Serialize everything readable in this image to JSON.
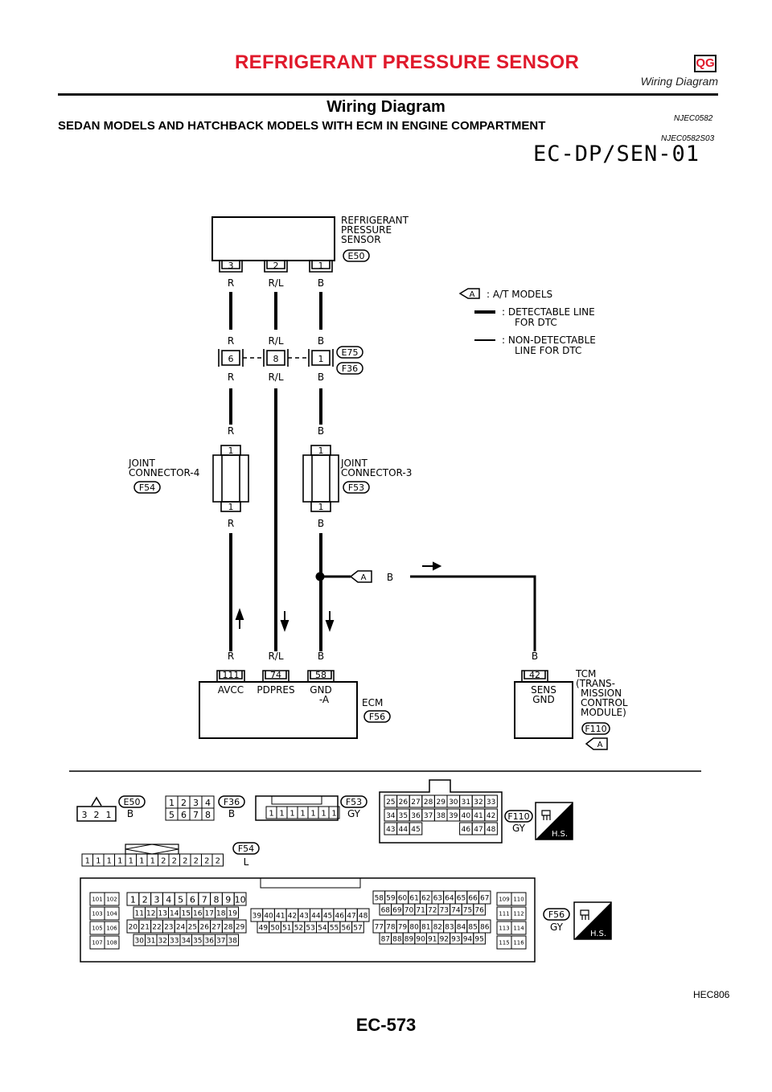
{
  "header": {
    "title": "REFRIGERANT PRESSURE SENSOR",
    "badge": "QG",
    "subtitle": "Wiring Diagram"
  },
  "section": {
    "title": "Wiring Diagram",
    "code": "NJEC0582"
  },
  "subsection": {
    "title": "SEDAN MODELS AND HATCHBACK MODELS WITH ECM IN ENGINE COMPARTMENT",
    "code": "NJEC0582S03"
  },
  "diagram_code": "EC-DP/SEN-01",
  "sensor": {
    "lines": [
      "REFRIGERANT",
      "PRESSURE",
      "SENSOR"
    ],
    "connector": "E50",
    "pins": [
      "3",
      "2",
      "1"
    ]
  },
  "wires": {
    "w1": "R",
    "w2": "R/L",
    "w3": "B"
  },
  "legend": {
    "marker": "A",
    "a_models": ": A/T MODELS",
    "detectable": [
      ": DETECTABLE LINE",
      "FOR DTC"
    ],
    "non_detectable": [
      ": NON-DETECTABLE",
      "LINE FOR DTC"
    ]
  },
  "inline": {
    "conn1": "E75",
    "conn2": "F36",
    "pins": [
      "6",
      "8",
      "1"
    ]
  },
  "joint4": {
    "lines": [
      "JOINT",
      "CONNECTOR-4"
    ],
    "connector": "F54",
    "pin": "1"
  },
  "joint3": {
    "lines": [
      "JOINT",
      "CONNECTOR-3"
    ],
    "connector": "F53",
    "pin": "1"
  },
  "ecm": {
    "label": "ECM",
    "connector": "F56",
    "pins": [
      "111",
      "74",
      "58"
    ],
    "terminals": [
      "AVCC",
      "PDPRES",
      "GND"
    ],
    "gnd_suffix": "-A"
  },
  "tcm": {
    "pin": "42",
    "terminal": [
      "SENS",
      "GND"
    ],
    "lines": [
      "TCM",
      "(TRANS-",
      "MISSION",
      "CONTROL",
      "MODULE)"
    ],
    "connector": "F110",
    "marker": "A"
  },
  "connectors": {
    "e50": {
      "id": "E50",
      "color": "B",
      "pins": [
        "3",
        "2",
        "1"
      ]
    },
    "f36": {
      "id": "F36",
      "color": "B",
      "row1": [
        "1",
        "2",
        "3",
        "4"
      ],
      "row2": [
        "5",
        "6",
        "7",
        "8"
      ]
    },
    "f53": {
      "id": "F53",
      "color": "GY",
      "pins": [
        "1",
        "1",
        "1",
        "1",
        "1",
        "1",
        "1"
      ]
    },
    "f110": {
      "id": "F110",
      "color": "GY",
      "row1": [
        "25",
        "26",
        "27",
        "28",
        "29",
        "30",
        "31",
        "32",
        "33"
      ],
      "row2": [
        "34",
        "35",
        "36",
        "37",
        "38",
        "39",
        "40",
        "41",
        "42"
      ],
      "row3l": [
        "43",
        "44",
        "45"
      ],
      "row3r": [
        "46",
        "47",
        "48"
      ]
    },
    "f54": {
      "id": "F54",
      "color": "L",
      "pins": [
        "1",
        "1",
        "1",
        "1",
        "1",
        "1",
        "1",
        "2",
        "2",
        "2",
        "2",
        "2",
        "2"
      ]
    },
    "f56": {
      "id": "F56",
      "color": "GY",
      "left": [
        "101",
        "102",
        "103",
        "104",
        "105",
        "106",
        "107",
        "108"
      ],
      "a1": [
        "1",
        "2",
        "3",
        "4",
        "5",
        "6",
        "7",
        "8",
        "9",
        "10"
      ],
      "a2": [
        "11",
        "12",
        "13",
        "14",
        "15",
        "16",
        "17",
        "18",
        "19"
      ],
      "a3": [
        "20",
        "21",
        "22",
        "23",
        "24",
        "25",
        "26",
        "27",
        "28",
        "29"
      ],
      "a4": [
        "30",
        "31",
        "32",
        "33",
        "34",
        "35",
        "36",
        "37",
        "38"
      ],
      "b1": [
        "39",
        "40",
        "41",
        "42",
        "43",
        "44",
        "45",
        "46",
        "47",
        "48"
      ],
      "b2": [
        "49",
        "50",
        "51",
        "52",
        "53",
        "54",
        "55",
        "56",
        "57"
      ],
      "c1": [
        "58",
        "59",
        "60",
        "61",
        "62",
        "63",
        "64",
        "65",
        "66",
        "67"
      ],
      "c2": [
        "68",
        "69",
        "70",
        "71",
        "72",
        "73",
        "74",
        "75",
        "76"
      ],
      "c3": [
        "77",
        "78",
        "79",
        "80",
        "81",
        "82",
        "83",
        "84",
        "85",
        "86"
      ],
      "c4": [
        "87",
        "88",
        "89",
        "90",
        "91",
        "92",
        "93",
        "94",
        "95"
      ],
      "right": [
        "109",
        "110",
        "111",
        "112",
        "113",
        "114",
        "115",
        "116"
      ]
    },
    "hs": "H.S."
  },
  "figure_ref": "HEC806",
  "page_number": "EC-573"
}
